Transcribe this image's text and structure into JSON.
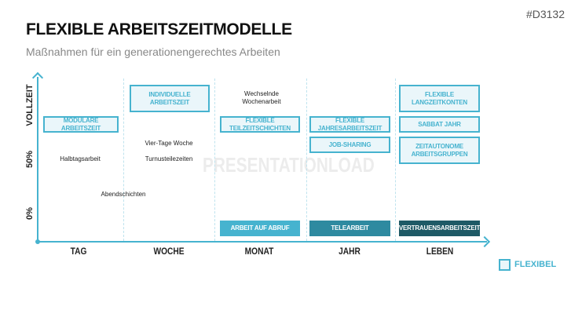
{
  "tag": "#D3132",
  "title": "FLEXIBLE ARBEITSZEITMODELLE",
  "subtitle": "Maßnahmen für ein generationengerechtes Arbeiten",
  "watermark": "PRESENTATIONLOAD",
  "y_labels": [
    "VOLLZEIT",
    "50%",
    "0%"
  ],
  "columns": [
    "TAG",
    "WOCHE",
    "MONAT",
    "JAHR",
    "LEBEN"
  ],
  "flexible_boxes": {
    "modulare": "MODULARE ARBEITSZEIT",
    "individuelle": "INDIVIDUELLE ARBEITSZEIT",
    "teilzeitschichten": "FLEXIBLE TEILZEITSCHICHTEN",
    "jahresarbeitszeit": "FLEXIBLE JAHRESARBEITSZEIT",
    "jobsharing": "JOB-SHARING",
    "langzeitkonten": "FLEXIBLE LANGZEITKONTEN",
    "sabbat": "SABBAT JAHR",
    "zeitautonome": "ZEITAUTONOME ARBEITSGRUPPEN"
  },
  "solid_boxes": {
    "abruf": "ARBEIT AUF ABRUF",
    "telearbeit": "TELEARBEIT",
    "vertrauen": "VERTRAUENSARBEITSZEIT"
  },
  "texts": {
    "wechselnde1": "Wechselnde",
    "wechselnde2": "Wochenarbeit",
    "viertage": "Vier-Tage Woche",
    "turnus": "Turnusteilezeiten",
    "halbtags": "Halbtagsarbeit",
    "abend": "Abendschichten"
  },
  "legend": "FLEXIBEL",
  "colors": {
    "accent": "#46b3cf",
    "light_fill": "#eaf6fa",
    "mid": "#2e8aa0",
    "dark": "#1e5a66"
  }
}
